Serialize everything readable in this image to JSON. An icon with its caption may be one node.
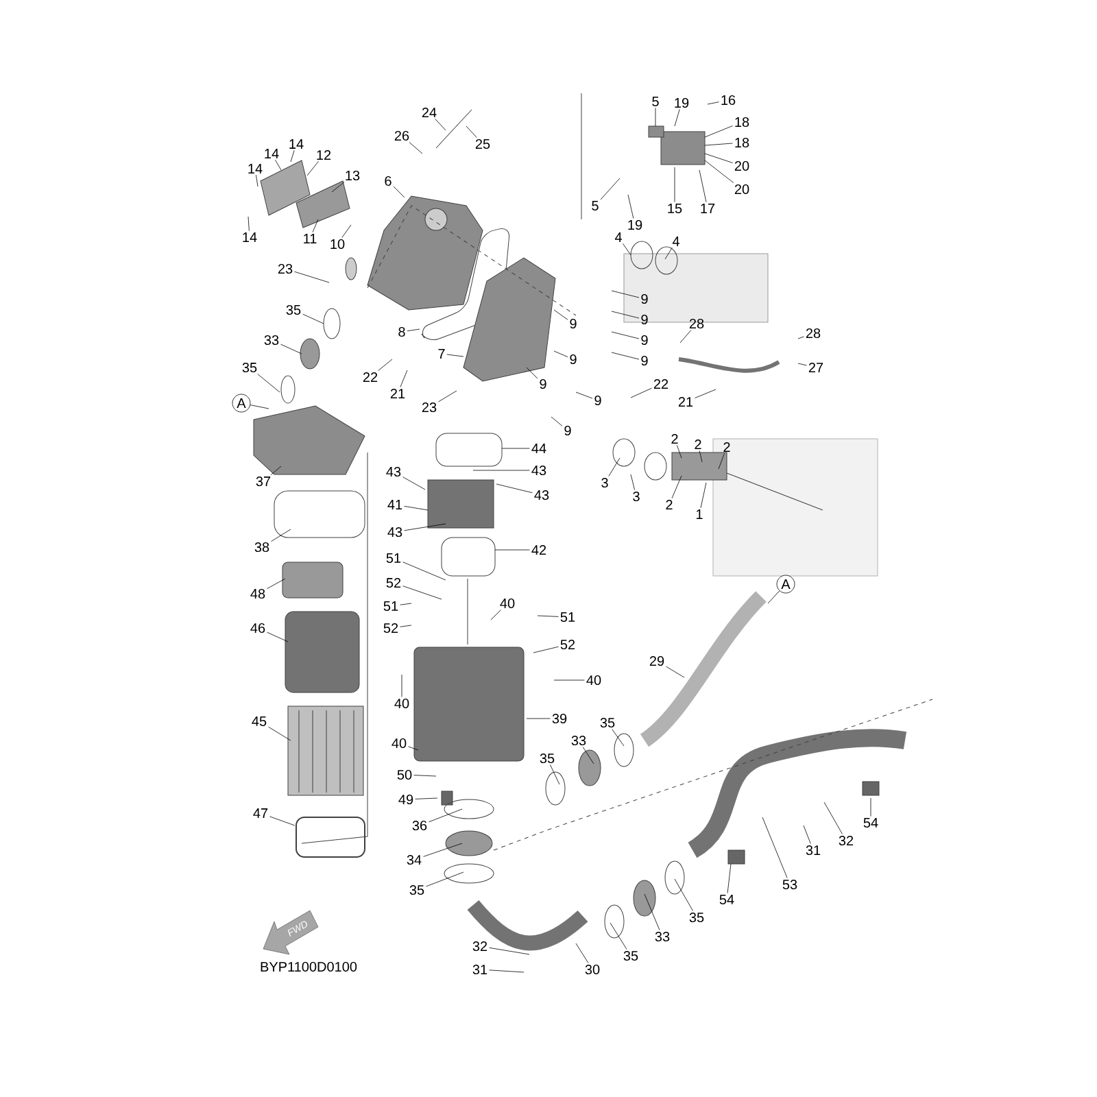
{
  "diagram": {
    "nodes": [
      {
        "text": [
          "14"
        ]
      },
      {
        "text": [
          "14"
        ]
      },
      {
        "text": [
          "14"
        ]
      },
      {
        "text": [
          "12"
        ]
      },
      {
        "text": [
          "13"
        ]
      },
      {
        "text": [
          "14"
        ]
      },
      {
        "text": [
          "11"
        ]
      },
      {
        "text": [
          "10"
        ]
      },
      {
        "text": [
          "6"
        ]
      },
      {
        "text": [
          "23"
        ]
      },
      {
        "text": [
          "35"
        ]
      },
      {
        "text": [
          "33"
        ]
      },
      {
        "text": [
          "35"
        ]
      },
      {
        "text": [
          "A"
        ]
      },
      {
        "text": [
          "26"
        ]
      },
      {
        "text": [
          "24"
        ]
      },
      {
        "text": [
          "25"
        ]
      },
      {
        "text": [
          "8"
        ]
      },
      {
        "text": [
          "7"
        ]
      },
      {
        "text": [
          "22"
        ]
      },
      {
        "text": [
          "21"
        ]
      },
      {
        "text": [
          "23"
        ]
      },
      {
        "text": [
          "5"
        ]
      },
      {
        "text": [
          "19"
        ]
      },
      {
        "text": [
          "16"
        ]
      },
      {
        "text": [
          "18"
        ]
      },
      {
        "text": [
          "18"
        ]
      },
      {
        "text": [
          "20"
        ]
      },
      {
        "text": [
          "20"
        ]
      },
      {
        "text": [
          "15"
        ]
      },
      {
        "text": [
          "17"
        ]
      },
      {
        "text": [
          "5"
        ]
      },
      {
        "text": [
          "19"
        ]
      },
      {
        "text": [
          "4"
        ]
      },
      {
        "text": [
          "4"
        ]
      },
      {
        "text": [
          "9"
        ]
      },
      {
        "text": [
          "9"
        ]
      },
      {
        "text": [
          "9"
        ]
      },
      {
        "text": [
          "9"
        ]
      },
      {
        "text": [
          "9"
        ]
      },
      {
        "text": [
          "9"
        ]
      },
      {
        "text": [
          "9"
        ]
      },
      {
        "text": [
          "9"
        ]
      },
      {
        "text": [
          "9"
        ]
      },
      {
        "text": [
          "28"
        ]
      },
      {
        "text": [
          "28"
        ]
      },
      {
        "text": [
          "27"
        ]
      },
      {
        "text": [
          "22"
        ]
      },
      {
        "text": [
          "21"
        ]
      },
      {
        "text": [
          "2"
        ]
      },
      {
        "text": [
          "2"
        ]
      },
      {
        "text": [
          "2"
        ]
      },
      {
        "text": [
          "3"
        ]
      },
      {
        "text": [
          "3"
        ]
      },
      {
        "text": [
          "2"
        ]
      },
      {
        "text": [
          "1"
        ]
      },
      {
        "text": [
          "A"
        ]
      },
      {
        "text": [
          "37"
        ]
      },
      {
        "text": [
          "38"
        ]
      },
      {
        "text": [
          "48"
        ]
      },
      {
        "text": [
          "46"
        ]
      },
      {
        "text": [
          "45"
        ]
      },
      {
        "text": [
          "47"
        ]
      },
      {
        "text": [
          "44"
        ]
      },
      {
        "text": [
          "43"
        ]
      },
      {
        "text": [
          "43"
        ]
      },
      {
        "text": [
          "43"
        ]
      },
      {
        "text": [
          "41"
        ]
      },
      {
        "text": [
          "43"
        ]
      },
      {
        "text": [
          "42"
        ]
      },
      {
        "text": [
          "51"
        ]
      },
      {
        "text": [
          "52"
        ]
      },
      {
        "text": [
          "51"
        ]
      },
      {
        "text": [
          "52"
        ]
      },
      {
        "text": [
          "40"
        ]
      },
      {
        "text": [
          "51"
        ]
      },
      {
        "text": [
          "52"
        ]
      },
      {
        "text": [
          "40"
        ]
      },
      {
        "text": [
          "40"
        ]
      },
      {
        "text": [
          "39"
        ]
      },
      {
        "text": [
          "40"
        ]
      },
      {
        "text": [
          "50"
        ]
      },
      {
        "text": [
          "49"
        ]
      },
      {
        "text": [
          "36"
        ]
      },
      {
        "text": [
          "34"
        ]
      },
      {
        "text": [
          "35"
        ]
      },
      {
        "text": [
          "32"
        ]
      },
      {
        "text": [
          "31"
        ]
      },
      {
        "text": [
          "30"
        ]
      },
      {
        "text": [
          "35"
        ]
      },
      {
        "text": [
          "33"
        ]
      },
      {
        "text": [
          "35"
        ]
      },
      {
        "text": [
          "53"
        ]
      },
      {
        "text": [
          "54"
        ]
      },
      {
        "text": [
          "31"
        ]
      },
      {
        "text": [
          "32"
        ]
      },
      {
        "text": [
          "54"
        ]
      },
      {
        "text": [
          "35"
        ]
      },
      {
        "text": [
          "33"
        ]
      },
      {
        "text": [
          "35"
        ]
      },
      {
        "text": [
          "29"
        ]
      }
    ],
    "edges": [
      {
        "from": 0,
        "to": null,
        "arrow": "none"
      },
      {
        "from": 1,
        "to": null,
        "arrow": "none"
      },
      {
        "from": 2,
        "to": null,
        "arrow": "none"
      },
      {
        "from": 3,
        "to": null,
        "arrow": "none"
      },
      {
        "from": 4,
        "to": null,
        "arrow": "none"
      },
      {
        "from": 5,
        "to": null,
        "arrow": "none"
      },
      {
        "from": 6,
        "to": null,
        "arrow": "none"
      },
      {
        "from": 7,
        "to": null,
        "arrow": "none"
      },
      {
        "from": 8,
        "to": null,
        "arrow": "none"
      },
      {
        "from": 9,
        "to": null,
        "arrow": "none"
      },
      {
        "from": 10,
        "to": null,
        "arrow": "none"
      },
      {
        "from": 11,
        "to": null,
        "arrow": "none"
      },
      {
        "from": 12,
        "to": null,
        "arrow": "none"
      },
      {
        "from": 13,
        "to": null,
        "arrow": "none"
      },
      {
        "from": 14,
        "to": null,
        "arrow": "none"
      },
      {
        "from": 15,
        "to": null,
        "arrow": "none"
      },
      {
        "from": 16,
        "to": null,
        "arrow": "none"
      },
      {
        "from": 17,
        "to": null,
        "arrow": "none"
      },
      {
        "from": 18,
        "to": null,
        "arrow": "none"
      },
      {
        "from": 19,
        "to": null,
        "arrow": "none"
      },
      {
        "from": 20,
        "to": null,
        "arrow": "none"
      },
      {
        "from": 21,
        "to": null,
        "arrow": "none"
      },
      {
        "from": 22,
        "to": null,
        "arrow": "none"
      },
      {
        "from": 23,
        "to": null,
        "arrow": "none"
      },
      {
        "from": 24,
        "to": null,
        "arrow": "none"
      },
      {
        "from": 25,
        "to": null,
        "arrow": "none"
      },
      {
        "from": 26,
        "to": null,
        "arrow": "none"
      },
      {
        "from": 27,
        "to": null,
        "arrow": "none"
      },
      {
        "from": 28,
        "to": null,
        "arrow": "none"
      },
      {
        "from": 29,
        "to": null,
        "arrow": "none"
      },
      {
        "from": 30,
        "to": null,
        "arrow": "none"
      },
      {
        "from": 31,
        "to": null,
        "arrow": "none"
      },
      {
        "from": 32,
        "to": null,
        "arrow": "none"
      },
      {
        "from": 33,
        "to": null,
        "arrow": "none"
      },
      {
        "from": 34,
        "to": null,
        "arrow": "none"
      },
      {
        "from": 35,
        "to": null,
        "arrow": "none"
      },
      {
        "from": 36,
        "to": null,
        "arrow": "none"
      },
      {
        "from": 37,
        "to": null,
        "arrow": "none"
      },
      {
        "from": 38,
        "to": null,
        "arrow": "none"
      },
      {
        "from": 39,
        "to": null,
        "arrow": "none"
      },
      {
        "from": 40,
        "to": null,
        "arrow": "none"
      },
      {
        "from": 41,
        "to": null,
        "arrow": "none"
      },
      {
        "from": 42,
        "to": null,
        "arrow": "none"
      },
      {
        "from": 43,
        "to": null,
        "arrow": "none"
      },
      {
        "from": 44,
        "to": null,
        "arrow": "none"
      },
      {
        "from": 45,
        "to": null,
        "arrow": "none"
      },
      {
        "from": 46,
        "to": null,
        "arrow": "none"
      },
      {
        "from": 47,
        "to": null,
        "arrow": "none"
      },
      {
        "from": 48,
        "to": null,
        "arrow": "none"
      },
      {
        "from": 49,
        "to": null,
        "arrow": "none"
      },
      {
        "from": 50,
        "to": null,
        "arrow": "none"
      },
      {
        "from": 51,
        "to": null,
        "arrow": "none"
      },
      {
        "from": 52,
        "to": null,
        "arrow": "none"
      },
      {
        "from": 53,
        "to": null,
        "arrow": "none"
      },
      {
        "from": 54,
        "to": null,
        "arrow": "none"
      },
      {
        "from": 55,
        "to": null,
        "arrow": "none"
      },
      {
        "from": 56,
        "to": null,
        "arrow": "none"
      },
      {
        "from": 57,
        "to": null,
        "arrow": "none"
      },
      {
        "from": 58,
        "to": null,
        "arrow": "none"
      },
      {
        "from": 59,
        "to": null,
        "arrow": "none"
      },
      {
        "from": 60,
        "to": null,
        "arrow": "none"
      },
      {
        "from": 61,
        "to": null,
        "arrow": "none"
      },
      {
        "from": 62,
        "to": null,
        "arrow": "none"
      },
      {
        "from": 63,
        "to": null,
        "arrow": "none"
      },
      {
        "from": 64,
        "to": null,
        "arrow": "none"
      },
      {
        "from": 65,
        "to": null,
        "arrow": "none"
      },
      {
        "from": 66,
        "to": null,
        "arrow": "none"
      },
      {
        "from": 67,
        "to": null,
        "arrow": "none"
      },
      {
        "from": 68,
        "to": null,
        "arrow": "none"
      },
      {
        "from": 69,
        "to": null,
        "arrow": "none"
      },
      {
        "from": 70,
        "to": null,
        "arrow": "none"
      },
      {
        "from": 71,
        "to": null,
        "arrow": "none"
      },
      {
        "from": 72,
        "to": null,
        "arrow": "none"
      },
      {
        "from": 73,
        "to": null,
        "arrow": "none"
      },
      {
        "from": 74,
        "to": null,
        "arrow": "none"
      },
      {
        "from": 75,
        "to": null,
        "arrow": "none"
      },
      {
        "from": 76,
        "to": null,
        "arrow": "none"
      },
      {
        "from": 77,
        "to": null,
        "arrow": "none"
      },
      {
        "from": 78,
        "to": null,
        "arrow": "none"
      },
      {
        "from": 79,
        "to": null,
        "arrow": "none"
      },
      {
        "from": 80,
        "to": null,
        "arrow": "none"
      },
      {
        "from": 81,
        "to": null,
        "arrow": "none"
      },
      {
        "from": 82,
        "to": null,
        "arrow": "none"
      },
      {
        "from": 83,
        "to": null,
        "arrow": "none"
      },
      {
        "from": 84,
        "to": null,
        "arrow": "none"
      },
      {
        "from": 85,
        "to": null,
        "arrow": "none"
      },
      {
        "from": 86,
        "to": null,
        "arrow": "none"
      },
      {
        "from": 87,
        "to": null,
        "arrow": "none"
      },
      {
        "from": 88,
        "to": null,
        "arrow": "none"
      },
      {
        "from": 89,
        "to": null,
        "arrow": "none"
      },
      {
        "from": 90,
        "to": null,
        "arrow": "none"
      },
      {
        "from": 91,
        "to": null,
        "arrow": "none"
      },
      {
        "from": 92,
        "to": null,
        "arrow": "none"
      },
      {
        "from": 93,
        "to": null,
        "arrow": "none"
      },
      {
        "from": 94,
        "to": null,
        "arrow": "none"
      },
      {
        "from": 95,
        "to": null,
        "arrow": "none"
      },
      {
        "from": 96,
        "to": null,
        "arrow": "none"
      },
      {
        "from": 97,
        "to": null,
        "arrow": "none"
      },
      {
        "from": 98,
        "to": null,
        "arrow": "none"
      },
      {
        "from": 99,
        "to": null,
        "arrow": "none"
      },
      {
        "from": 100,
        "to": null,
        "arrow": "none"
      }
    ],
    "labels": [
      "FWD",
      "BYP1100D0100"
    ]
  }
}
